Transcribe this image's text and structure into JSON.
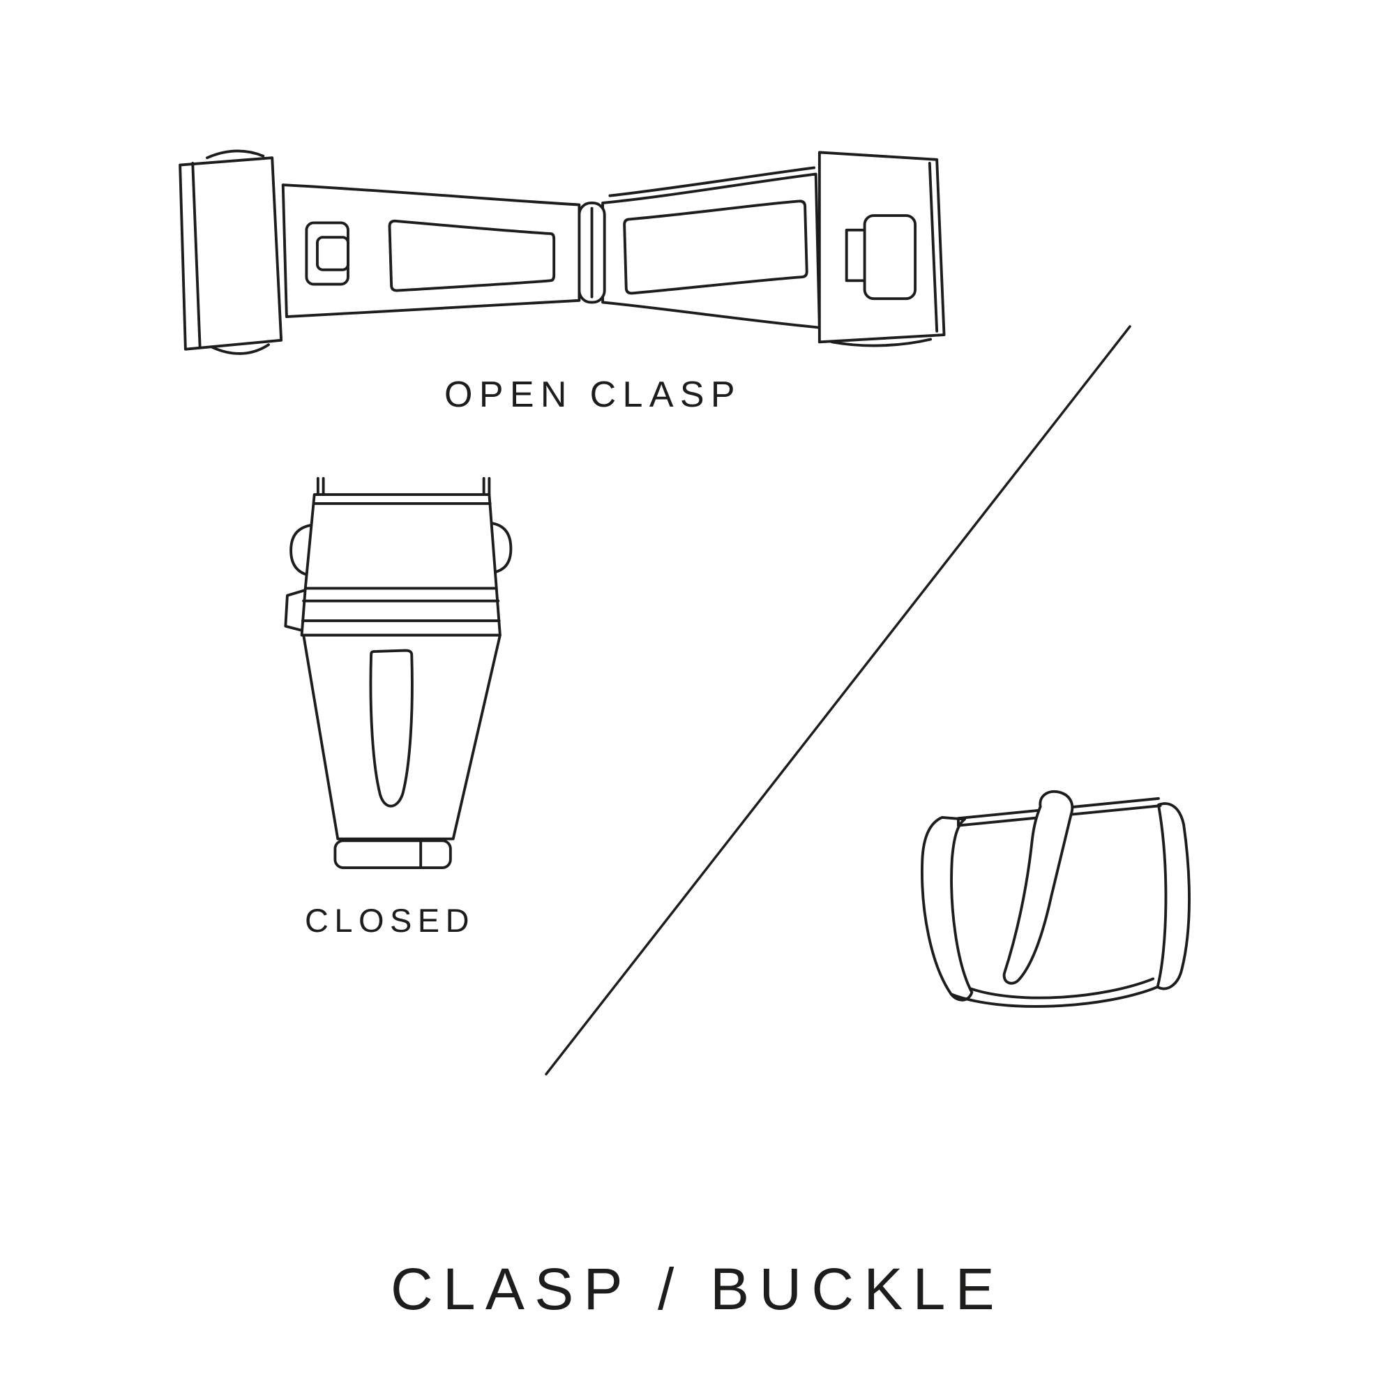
{
  "page": {
    "background": "#ffffff",
    "ink": "#1d1d1b"
  },
  "labels": {
    "open_clasp": "OPEN CLASP",
    "closed": "CLOSED",
    "title": "CLASP / BUCKLE"
  },
  "figures": {
    "open_clasp": "open deployant clasp, top view line drawing",
    "closed_clasp": "closed clasp, top view line drawing",
    "buckle": "tang buckle with prong, line drawing",
    "divider": "diagonal separator line"
  }
}
